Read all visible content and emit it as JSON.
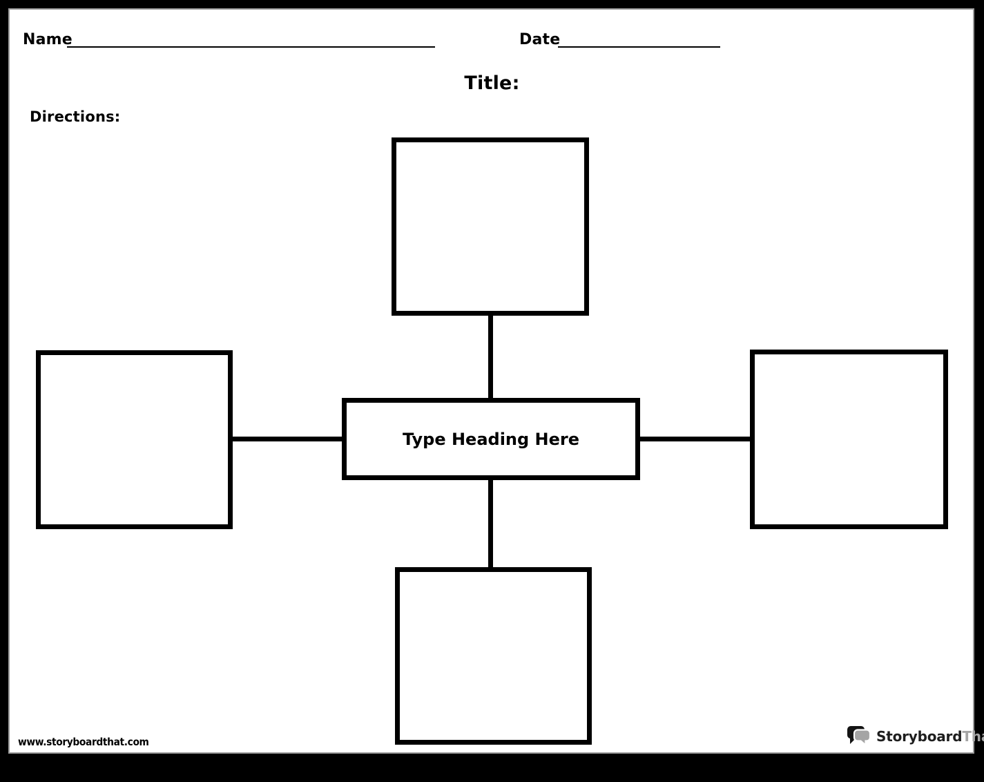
{
  "colors": {
    "background": "#000000",
    "paper": "#ffffff",
    "ink": "#000000",
    "page_edge": "#9c9c9c",
    "logo_dark": "#1e1e1e",
    "logo_gray": "#a5a5a5"
  },
  "header": {
    "name_label": "Name",
    "date_label": "Date",
    "title_label": "Title:",
    "directions_label": "Directions:"
  },
  "diagram": {
    "center_heading_placeholder": "Type Heading Here",
    "empty_cell_count": 4
  },
  "footer": {
    "website_url": "www.storyboardthat.com",
    "brand_primary": "Storyboard",
    "brand_secondary": "That"
  }
}
